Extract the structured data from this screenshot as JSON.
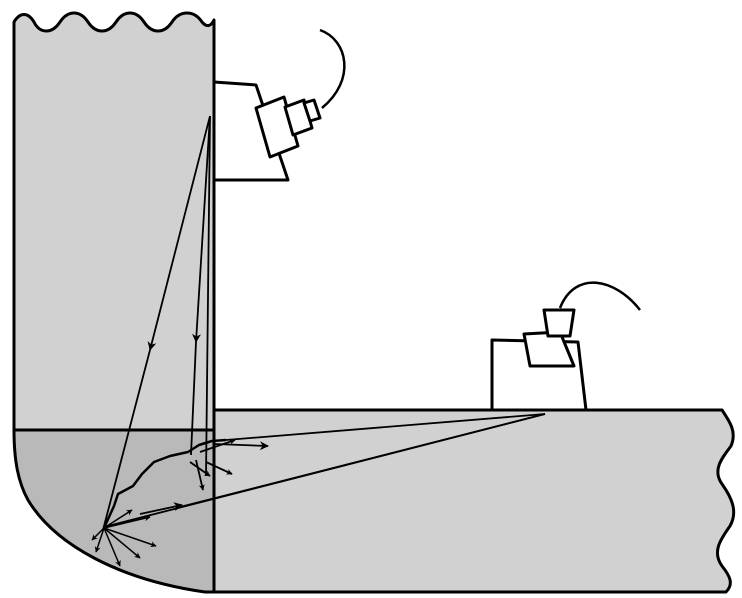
{
  "diagram": {
    "colors": {
      "plate_fill": "#d1d1d1",
      "weld_fill": "#b9b9b9",
      "stroke": "#000000",
      "probe_fill": "#ffffff",
      "background": "#ffffff"
    },
    "components": [
      "vertical-plate",
      "horizontal-plate",
      "corner-weld",
      "weld-crack",
      "angle-probe-on-vertical-plate",
      "angle-probe-on-horizontal-plate",
      "probe-cables",
      "ultrasonic-beam-paths",
      "scatter-arrows"
    ]
  }
}
